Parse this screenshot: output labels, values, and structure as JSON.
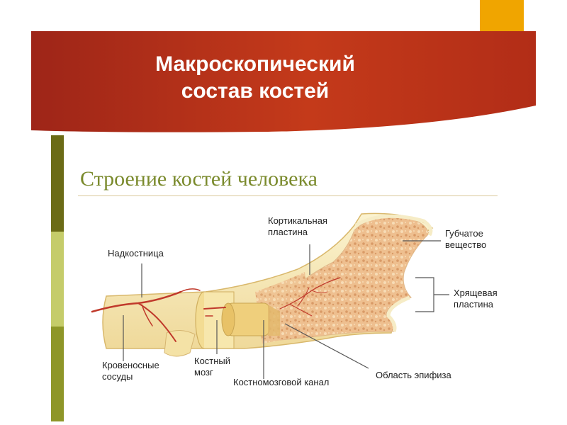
{
  "slide": {
    "title_line1": "Макроскопический",
    "title_line2": "состав костей",
    "subtitle": "Строение костей человека"
  },
  "labels": {
    "cortical_plate": "Кортикальная\nпластина",
    "spongy_substance": "Губчатое\nвещество",
    "periosteum": "Надкостница",
    "cartilage_plate": "Хрящевая\nпластина",
    "blood_vessels": "Кровеносные\nсосуды",
    "bone_marrow": "Костный\nмозг",
    "marrow_canal": "Костномозговой канал",
    "epiphysis_area": "Область эпифиза"
  },
  "colors": {
    "banner": "#b5301a",
    "accent": "#f0a500",
    "subtitle": "#7a8a2c",
    "vessel": "#c0392b",
    "bone": "#f6e7b6",
    "spongy": "#e9b585"
  }
}
